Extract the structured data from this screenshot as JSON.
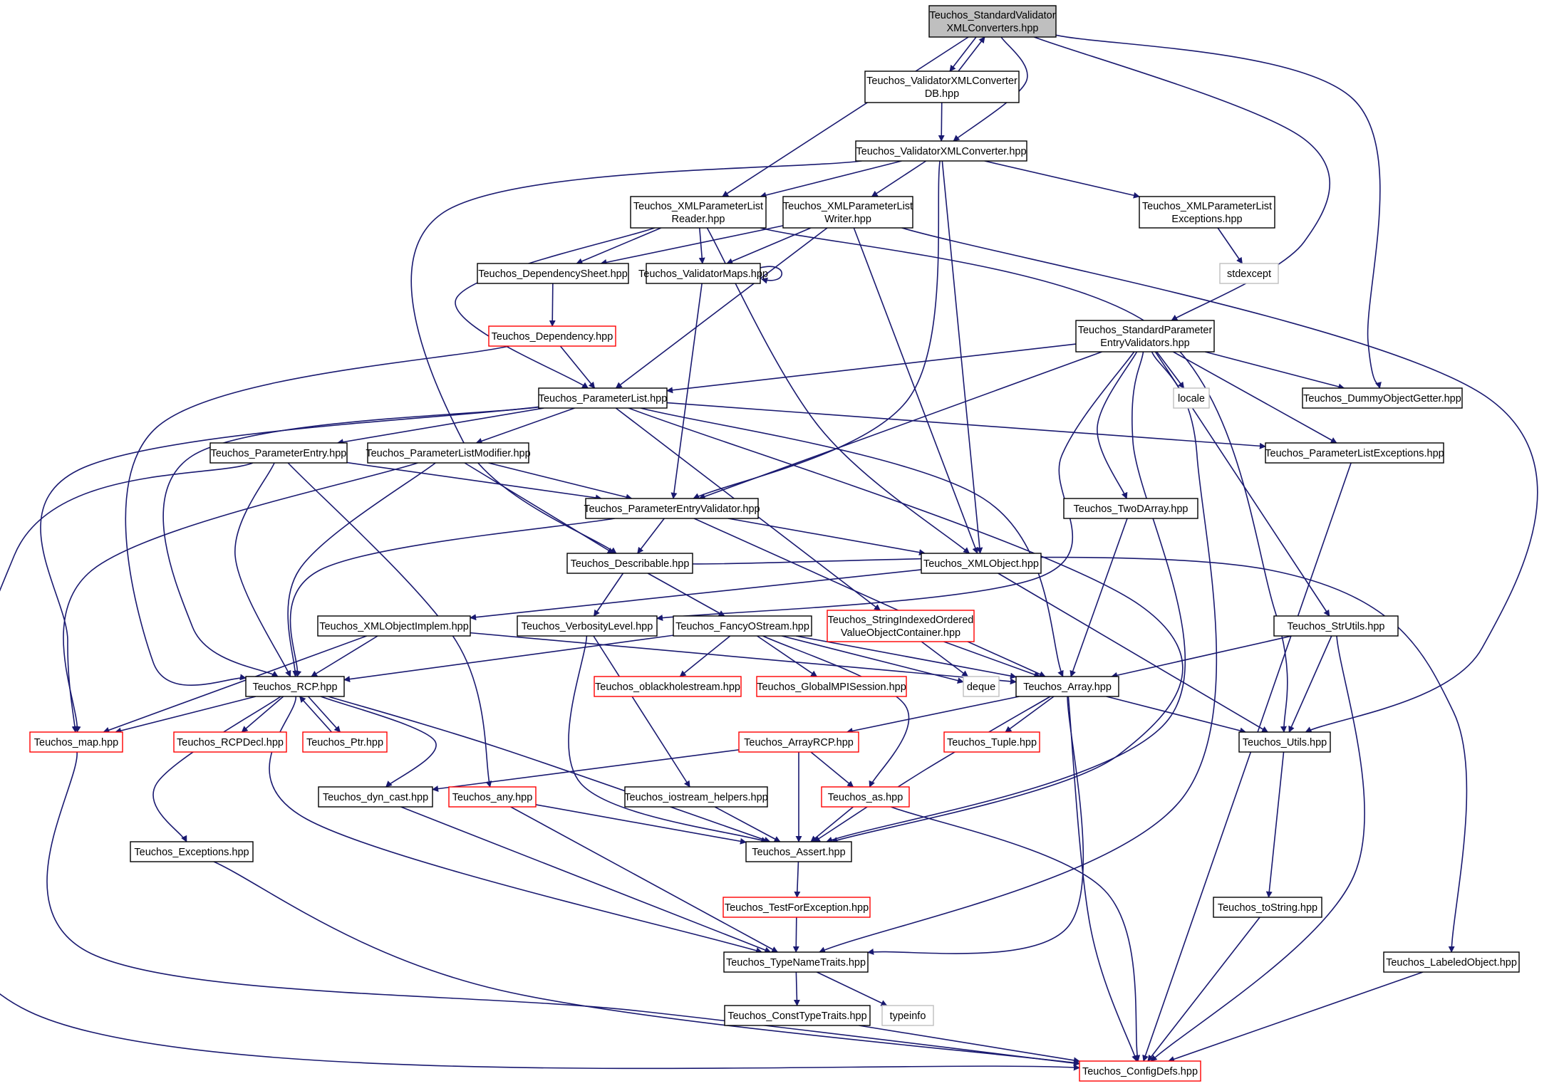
{
  "colors": {
    "edge": "#191970",
    "border_default": "#000000",
    "border_external": "#ff0000",
    "border_system": "#bfbfbf",
    "fill_default": "#ffffff",
    "fill_root": "#bfbfbf"
  },
  "nodes": [
    {
      "id": "StdValXML",
      "lines": [
        "Teuchos_StandardValidator",
        "XMLConverters.hpp"
      ],
      "kind": "root"
    },
    {
      "id": "ValXMLDB",
      "lines": [
        "Teuchos_ValidatorXMLConverter",
        "DB.hpp"
      ],
      "kind": "default"
    },
    {
      "id": "ValXMLConv",
      "lines": [
        "Teuchos_ValidatorXMLConverter.hpp"
      ],
      "kind": "default"
    },
    {
      "id": "XPLReader",
      "lines": [
        "Teuchos_XMLParameterList",
        "Reader.hpp"
      ],
      "kind": "default"
    },
    {
      "id": "XPLWriter",
      "lines": [
        "Teuchos_XMLParameterList",
        "Writer.hpp"
      ],
      "kind": "default"
    },
    {
      "id": "XPLExc",
      "lines": [
        "Teuchos_XMLParameterList",
        "Exceptions.hpp"
      ],
      "kind": "default"
    },
    {
      "id": "stdexcept",
      "lines": [
        "stdexcept"
      ],
      "kind": "system"
    },
    {
      "id": "DepSheet",
      "lines": [
        "Teuchos_DependencySheet.hpp"
      ],
      "kind": "default"
    },
    {
      "id": "ValMaps",
      "lines": [
        "Teuchos_ValidatorMaps.hpp"
      ],
      "kind": "default"
    },
    {
      "id": "Dependency",
      "lines": [
        "Teuchos_Dependency.hpp"
      ],
      "kind": "external"
    },
    {
      "id": "StdPEV",
      "lines": [
        "Teuchos_StandardParameter",
        "EntryValidators.hpp"
      ],
      "kind": "default"
    },
    {
      "id": "locale",
      "lines": [
        "locale"
      ],
      "kind": "system"
    },
    {
      "id": "DummyObj",
      "lines": [
        "Teuchos_DummyObjectGetter.hpp"
      ],
      "kind": "default"
    },
    {
      "id": "PList",
      "lines": [
        "Teuchos_ParameterList.hpp"
      ],
      "kind": "default"
    },
    {
      "id": "PEntry",
      "lines": [
        "Teuchos_ParameterEntry.hpp"
      ],
      "kind": "default"
    },
    {
      "id": "PLMod",
      "lines": [
        "Teuchos_ParameterListModifier.hpp"
      ],
      "kind": "default"
    },
    {
      "id": "PLExc",
      "lines": [
        "Teuchos_ParameterListExceptions.hpp"
      ],
      "kind": "default"
    },
    {
      "id": "TwoD",
      "lines": [
        "Teuchos_TwoDArray.hpp"
      ],
      "kind": "default"
    },
    {
      "id": "PEVal",
      "lines": [
        "Teuchos_ParameterEntryValidator.hpp"
      ],
      "kind": "default"
    },
    {
      "id": "XMLObj",
      "lines": [
        "Teuchos_XMLObject.hpp"
      ],
      "kind": "default"
    },
    {
      "id": "Describ",
      "lines": [
        "Teuchos_Describable.hpp"
      ],
      "kind": "default"
    },
    {
      "id": "XMLObjImpl",
      "lines": [
        "Teuchos_XMLObjectImplem.hpp"
      ],
      "kind": "default"
    },
    {
      "id": "Verb",
      "lines": [
        "Teuchos_VerbosityLevel.hpp"
      ],
      "kind": "default"
    },
    {
      "id": "FancyOS",
      "lines": [
        "Teuchos_FancyOStream.hpp"
      ],
      "kind": "default"
    },
    {
      "id": "SIOVOC",
      "lines": [
        "Teuchos_StringIndexedOrdered",
        "ValueObjectContainer.hpp"
      ],
      "kind": "external"
    },
    {
      "id": "StrUtils",
      "lines": [
        "Teuchos_StrUtils.hpp"
      ],
      "kind": "default"
    },
    {
      "id": "RCP",
      "lines": [
        "Teuchos_RCP.hpp"
      ],
      "kind": "default"
    },
    {
      "id": "oblack",
      "lines": [
        "Teuchos_oblackholestream.hpp"
      ],
      "kind": "external"
    },
    {
      "id": "GMPI",
      "lines": [
        "Teuchos_GlobalMPISession.hpp"
      ],
      "kind": "external"
    },
    {
      "id": "deque",
      "lines": [
        "deque"
      ],
      "kind": "system"
    },
    {
      "id": "Array",
      "lines": [
        "Teuchos_Array.hpp"
      ],
      "kind": "default"
    },
    {
      "id": "map",
      "lines": [
        "Teuchos_map.hpp"
      ],
      "kind": "external"
    },
    {
      "id": "RCPDecl",
      "lines": [
        "Teuchos_RCPDecl.hpp"
      ],
      "kind": "external"
    },
    {
      "id": "Ptr",
      "lines": [
        "Teuchos_Ptr.hpp"
      ],
      "kind": "external"
    },
    {
      "id": "ArrayRCP",
      "lines": [
        "Teuchos_ArrayRCP.hpp"
      ],
      "kind": "external"
    },
    {
      "id": "Tuple",
      "lines": [
        "Teuchos_Tuple.hpp"
      ],
      "kind": "external"
    },
    {
      "id": "Utils",
      "lines": [
        "Teuchos_Utils.hpp"
      ],
      "kind": "default"
    },
    {
      "id": "dyncast",
      "lines": [
        "Teuchos_dyn_cast.hpp"
      ],
      "kind": "default"
    },
    {
      "id": "any",
      "lines": [
        "Teuchos_any.hpp"
      ],
      "kind": "external"
    },
    {
      "id": "iohelp",
      "lines": [
        "Teuchos_iostream_helpers.hpp"
      ],
      "kind": "default"
    },
    {
      "id": "as",
      "lines": [
        "Teuchos_as.hpp"
      ],
      "kind": "external"
    },
    {
      "id": "Exceptions",
      "lines": [
        "Teuchos_Exceptions.hpp"
      ],
      "kind": "default"
    },
    {
      "id": "Assert",
      "lines": [
        "Teuchos_Assert.hpp"
      ],
      "kind": "default"
    },
    {
      "id": "TestExc",
      "lines": [
        "Teuchos_TestForException.hpp"
      ],
      "kind": "external"
    },
    {
      "id": "toString",
      "lines": [
        "Teuchos_toString.hpp"
      ],
      "kind": "default"
    },
    {
      "id": "TNT",
      "lines": [
        "Teuchos_TypeNameTraits.hpp"
      ],
      "kind": "default"
    },
    {
      "id": "LabeledObj",
      "lines": [
        "Teuchos_LabeledObject.hpp"
      ],
      "kind": "default"
    },
    {
      "id": "ConstTT",
      "lines": [
        "Teuchos_ConstTypeTraits.hpp"
      ],
      "kind": "default"
    },
    {
      "id": "typeinfo",
      "lines": [
        "typeinfo"
      ],
      "kind": "system"
    },
    {
      "id": "ConfigDefs",
      "lines": [
        "Teuchos_ConfigDefs.hpp"
      ],
      "kind": "external"
    }
  ],
  "edges": [
    [
      "StdValXML",
      "ValXMLDB"
    ],
    [
      "ValXMLDB",
      "StdValXML"
    ],
    [
      "StdValXML",
      "ValXMLConv"
    ],
    [
      "StdValXML",
      "XPLReader"
    ],
    [
      "StdValXML",
      "StdPEV"
    ],
    [
      "StdValXML",
      "DummyObj"
    ],
    [
      "ValXMLDB",
      "ValXMLConv"
    ],
    [
      "ValXMLConv",
      "XPLReader"
    ],
    [
      "ValXMLConv",
      "XPLWriter"
    ],
    [
      "ValXMLConv",
      "XPLExc"
    ],
    [
      "ValXMLConv",
      "Describ"
    ],
    [
      "ValXMLConv",
      "PEVal"
    ],
    [
      "ValXMLConv",
      "XMLObj"
    ],
    [
      "XPLExc",
      "stdexcept"
    ],
    [
      "XPLReader",
      "DepSheet"
    ],
    [
      "XPLReader",
      "ValMaps"
    ],
    [
      "XPLReader",
      "PList"
    ],
    [
      "XPLReader",
      "XMLObj"
    ],
    [
      "XPLReader",
      "Utils"
    ],
    [
      "XPLWriter",
      "DepSheet"
    ],
    [
      "XPLWriter",
      "ValMaps"
    ],
    [
      "XPLWriter",
      "PList"
    ],
    [
      "XPLWriter",
      "XMLObj"
    ],
    [
      "XPLWriter",
      "Utils"
    ],
    [
      "ValMaps",
      "ValMaps"
    ],
    [
      "ValMaps",
      "PEVal"
    ],
    [
      "DepSheet",
      "Dependency"
    ],
    [
      "Dependency",
      "PList"
    ],
    [
      "Dependency",
      "RCP"
    ],
    [
      "StdPEV",
      "PList"
    ],
    [
      "StdPEV",
      "PEVal"
    ],
    [
      "StdPEV",
      "locale"
    ],
    [
      "StdPEV",
      "DummyObj"
    ],
    [
      "StdPEV",
      "PLExc"
    ],
    [
      "StdPEV",
      "TwoD"
    ],
    [
      "StdPEV",
      "StrUtils"
    ],
    [
      "StdPEV",
      "Verb"
    ],
    [
      "StdPEV",
      "Assert"
    ],
    [
      "StdPEV",
      "TNT"
    ],
    [
      "PList",
      "PEntry"
    ],
    [
      "PList",
      "PLMod"
    ],
    [
      "PList",
      "PLExc"
    ],
    [
      "PList",
      "SIOVOC"
    ],
    [
      "PList",
      "Array"
    ],
    [
      "PList",
      "Assert"
    ],
    [
      "PList",
      "RCP"
    ],
    [
      "PList",
      "map"
    ],
    [
      "PEntry",
      "PEVal"
    ],
    [
      "PEntry",
      "RCP"
    ],
    [
      "PEntry",
      "any"
    ],
    [
      "PEntry",
      "ConfigDefs"
    ],
    [
      "PLMod",
      "PEVal"
    ],
    [
      "PLMod",
      "Describ"
    ],
    [
      "PLMod",
      "RCP"
    ],
    [
      "PLMod",
      "map"
    ],
    [
      "PLExc",
      "ConfigDefs"
    ],
    [
      "TwoD",
      "Array"
    ],
    [
      "PEVal",
      "Describ"
    ],
    [
      "PEVal",
      "XMLObj"
    ],
    [
      "PEVal",
      "RCP"
    ],
    [
      "PEVal",
      "Array"
    ],
    [
      "XMLObj",
      "XMLObjImpl"
    ],
    [
      "XMLObj",
      "Utils"
    ],
    [
      "Describ",
      "Verb"
    ],
    [
      "Describ",
      "FancyOS"
    ],
    [
      "Describ",
      "LabeledObj"
    ],
    [
      "XMLObjImpl",
      "RCP"
    ],
    [
      "XMLObjImpl",
      "Array"
    ],
    [
      "XMLObjImpl",
      "map"
    ],
    [
      "Verb",
      "iohelp"
    ],
    [
      "Verb",
      "Assert"
    ],
    [
      "FancyOS",
      "RCP"
    ],
    [
      "FancyOS",
      "oblack"
    ],
    [
      "FancyOS",
      "GMPI"
    ],
    [
      "FancyOS",
      "deque"
    ],
    [
      "FancyOS",
      "as"
    ],
    [
      "FancyOS",
      "Array"
    ],
    [
      "SIOVOC",
      "deque"
    ],
    [
      "SIOVOC",
      "Array"
    ],
    [
      "StrUtils",
      "Array"
    ],
    [
      "StrUtils",
      "Utils"
    ],
    [
      "StrUtils",
      "ConfigDefs"
    ],
    [
      "RCP",
      "map"
    ],
    [
      "RCP",
      "RCPDecl"
    ],
    [
      "RCP",
      "Ptr"
    ],
    [
      "Ptr",
      "RCP"
    ],
    [
      "RCP",
      "Exceptions"
    ],
    [
      "RCP",
      "dyncast"
    ],
    [
      "RCP",
      "Assert"
    ],
    [
      "RCP",
      "TNT"
    ],
    [
      "Array",
      "ArrayRCP"
    ],
    [
      "Array",
      "Tuple"
    ],
    [
      "Array",
      "Utils"
    ],
    [
      "Array",
      "Assert"
    ],
    [
      "Array",
      "TNT"
    ],
    [
      "Array",
      "ConfigDefs"
    ],
    [
      "ArrayRCP",
      "dyncast"
    ],
    [
      "ArrayRCP",
      "as"
    ],
    [
      "ArrayRCP",
      "Assert"
    ],
    [
      "map",
      "ConfigDefs"
    ],
    [
      "Utils",
      "toString"
    ],
    [
      "dyncast",
      "TNT"
    ],
    [
      "any",
      "Assert"
    ],
    [
      "any",
      "TNT"
    ],
    [
      "iohelp",
      "Assert"
    ],
    [
      "as",
      "Assert"
    ],
    [
      "as",
      "ConfigDefs"
    ],
    [
      "Exceptions",
      "ConfigDefs"
    ],
    [
      "Assert",
      "TestExc"
    ],
    [
      "TestExc",
      "TNT"
    ],
    [
      "toString",
      "ConfigDefs"
    ],
    [
      "TNT",
      "ConstTT"
    ],
    [
      "TNT",
      "typeinfo"
    ],
    [
      "LabeledObj",
      "ConfigDefs"
    ],
    [
      "ConstTT",
      "ConfigDefs"
    ]
  ]
}
